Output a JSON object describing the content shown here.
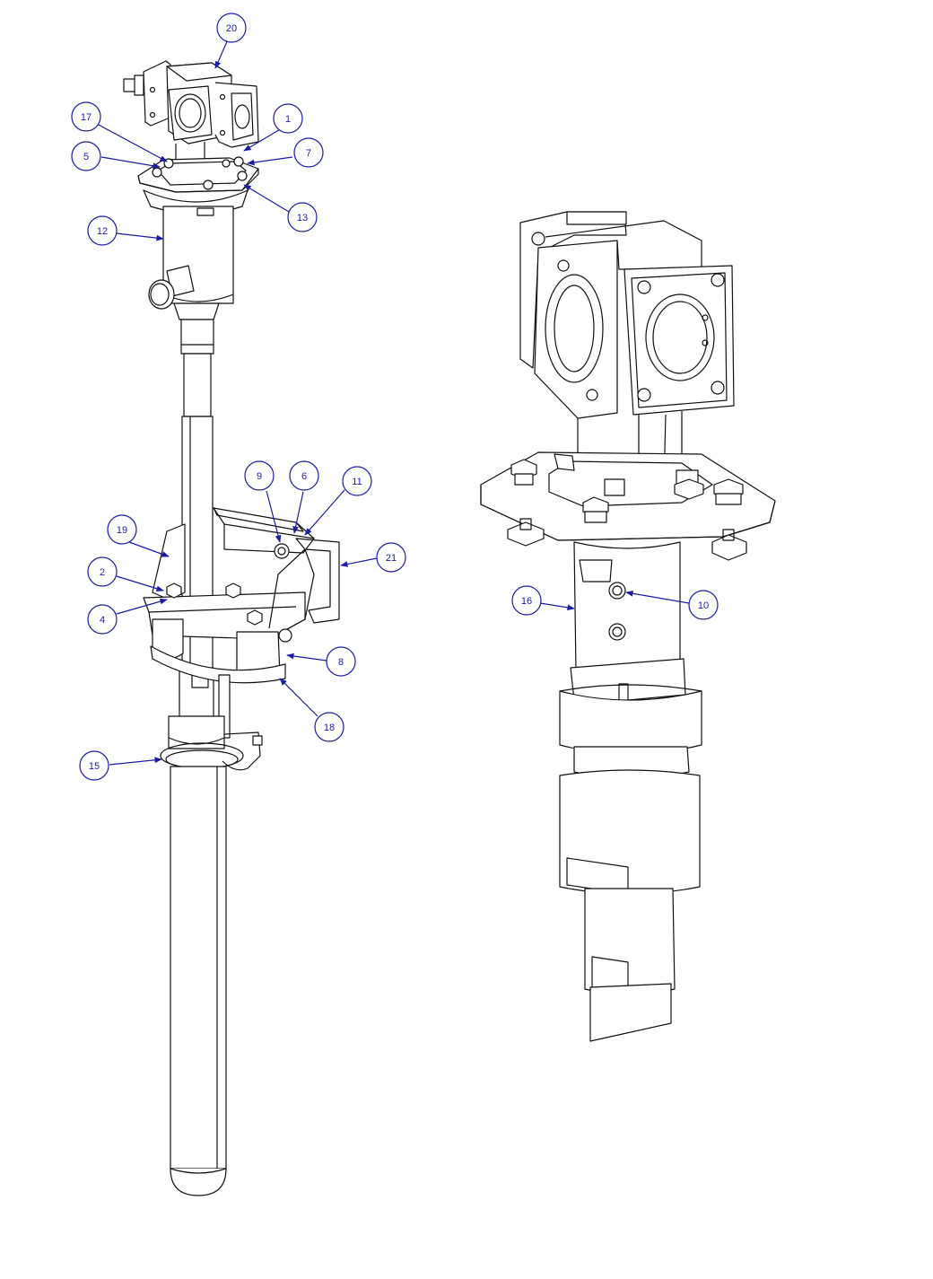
{
  "colors": {
    "line": "#111111",
    "callout": "#1b1ba8",
    "balloon_text": "#1b1ba8",
    "background": "#ffffff"
  },
  "balloons": {
    "b1": "1",
    "b2": "2",
    "b4": "4",
    "b5": "5",
    "b6": "6",
    "b7": "7",
    "b8": "8",
    "b9": "9",
    "b10": "10",
    "b11": "11",
    "b12": "12",
    "b13": "13",
    "b15": "15",
    "b16": "16",
    "b17": "17",
    "b18": "18",
    "b19": "19",
    "b20": "20",
    "b21": "21"
  }
}
